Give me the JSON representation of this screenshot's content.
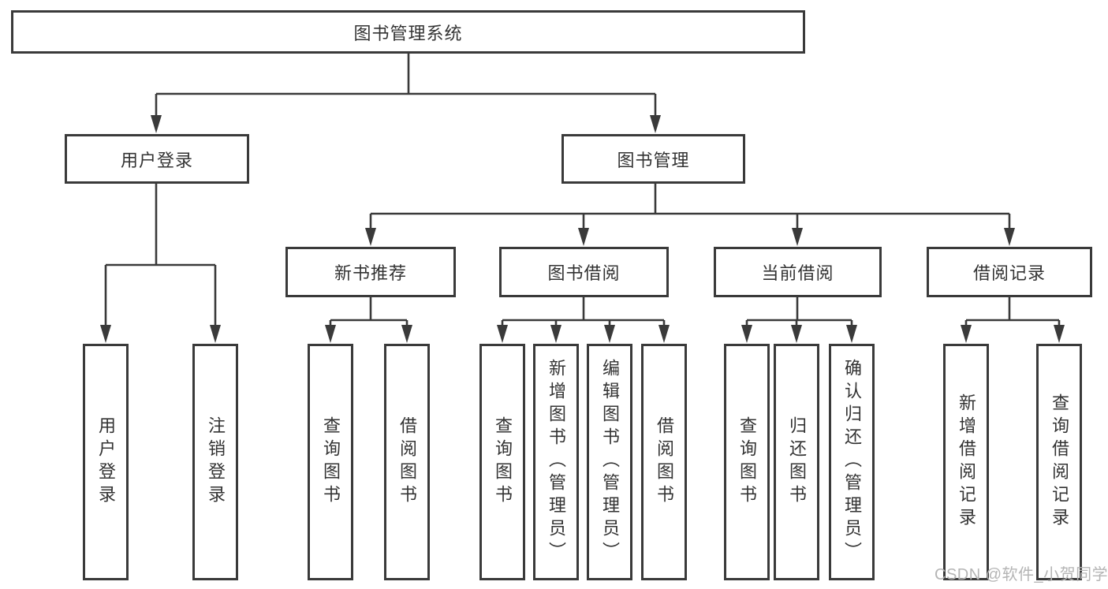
{
  "diagram": {
    "title": "图书管理系统",
    "branches": {
      "user_login": {
        "label": "用户登录",
        "children": [
          "用户登录",
          "注销登录"
        ]
      },
      "book_mgmt": {
        "label": "图书管理",
        "sections": {
          "new_book_rec": {
            "label": "新书推荐",
            "children": [
              "查询图书",
              "借阅图书"
            ]
          },
          "book_borrow": {
            "label": "图书借阅",
            "children": [
              "查询图书",
              "新增图书（管理员）",
              "编辑图书（管理员）",
              "借阅图书"
            ]
          },
          "current_borrow": {
            "label": "当前借阅",
            "children": [
              "查询图书",
              "归还图书",
              "确认归还（管理员）"
            ]
          },
          "borrow_record": {
            "label": "借阅记录",
            "children": [
              "新增借阅记录",
              "查询借阅记录"
            ]
          }
        }
      }
    }
  },
  "watermark": {
    "text": "CSDN @软件_小贺同学"
  },
  "colors": {
    "line": "#3a3a3a",
    "box_border": "#3a3a3a",
    "text": "#333333",
    "background": "#ffffff",
    "watermark": "#b5b5b5"
  }
}
